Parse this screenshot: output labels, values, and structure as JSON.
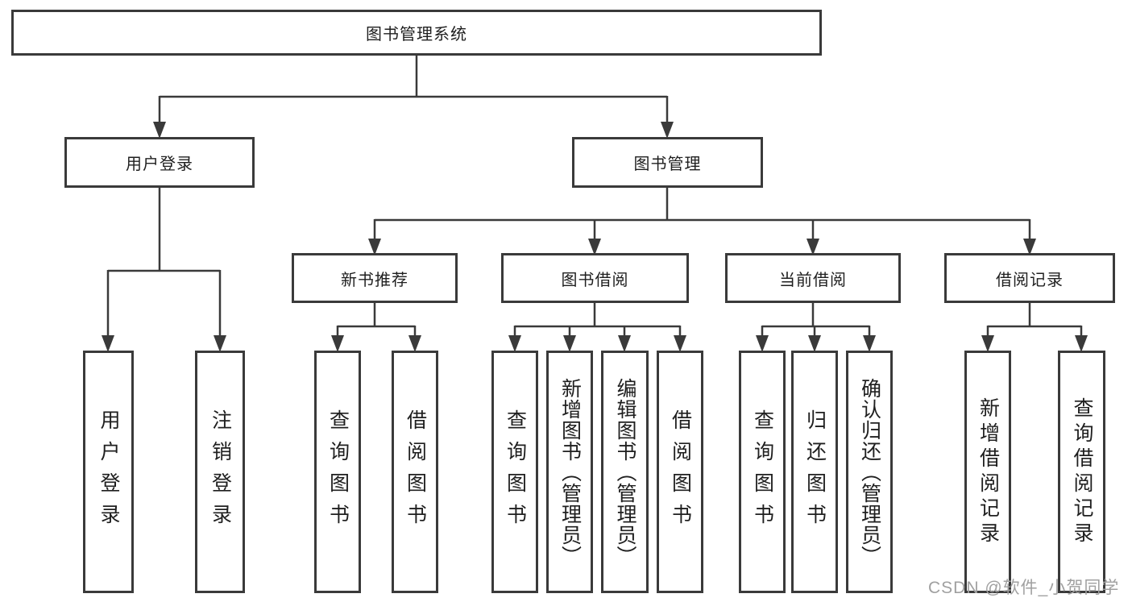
{
  "diagram": {
    "type": "hierarchy",
    "tree": {
      "label": "图书管理系统",
      "children": [
        {
          "label": "用户登录",
          "children": [
            {
              "label": "用户登录"
            },
            {
              "label": "注销登录"
            }
          ]
        },
        {
          "label": "图书管理",
          "children": [
            {
              "label": "新书推荐",
              "children": [
                {
                  "label": "查询图书"
                },
                {
                  "label": "借阅图书"
                }
              ]
            },
            {
              "label": "图书借阅",
              "children": [
                {
                  "label": "查询图书"
                },
                {
                  "label": "新增图书（管理员）"
                },
                {
                  "label": "编辑图书（管理员）"
                },
                {
                  "label": "借阅图书"
                }
              ]
            },
            {
              "label": "当前借阅",
              "children": [
                {
                  "label": "查询图书"
                },
                {
                  "label": "归还图书"
                },
                {
                  "label": "确认归还（管理员）"
                }
              ]
            },
            {
              "label": "借阅记录",
              "children": [
                {
                  "label": "新增借阅记录"
                },
                {
                  "label": "查询借阅记录"
                }
              ]
            }
          ]
        }
      ]
    },
    "colors": {
      "line": "#3a3a3a",
      "box_border": "#3a3a3a",
      "box_fill": "#ffffff",
      "text": "#1f1f1f",
      "watermark": "#a0a0a0"
    }
  },
  "watermark": {
    "text": "CSDN @软件_小贺同学"
  }
}
